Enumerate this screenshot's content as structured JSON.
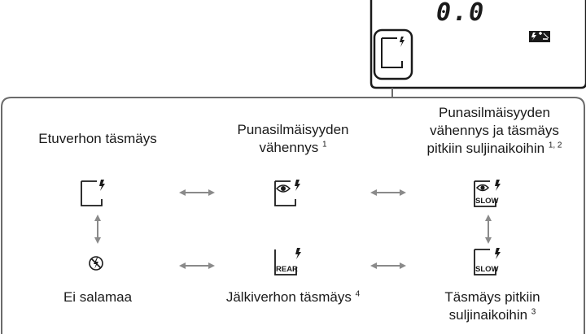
{
  "lcd": {
    "value": "0.0",
    "badge": "flash-compensation"
  },
  "modes": {
    "front": {
      "label": "Etuverhon täsmäys",
      "sup": ""
    },
    "redeye": {
      "label_line1": "Punasilmäisyyden",
      "label_line2": "vähennys",
      "sup": "1"
    },
    "redeye_slow": {
      "label_line1": "Punasilmäisyyden",
      "label_line2": "vähennys ja täsmäys",
      "label_line3": "pitkiin suljinaikoihin",
      "sup": "1, 2"
    },
    "off": {
      "label": "Ei salamaa"
    },
    "rear": {
      "label": "Jälkiverhon täsmäys",
      "sup": "4"
    },
    "slow": {
      "label_line1": "Täsmäys pitkiin",
      "label_line2": "suljinaikoihin",
      "sup": "3"
    }
  },
  "icon_texts": {
    "slow": "SLOW",
    "rear": "REAR"
  },
  "colors": {
    "border": "#6b6b6b",
    "arrow": "#8a8a8a",
    "text": "#1a1a1a"
  }
}
